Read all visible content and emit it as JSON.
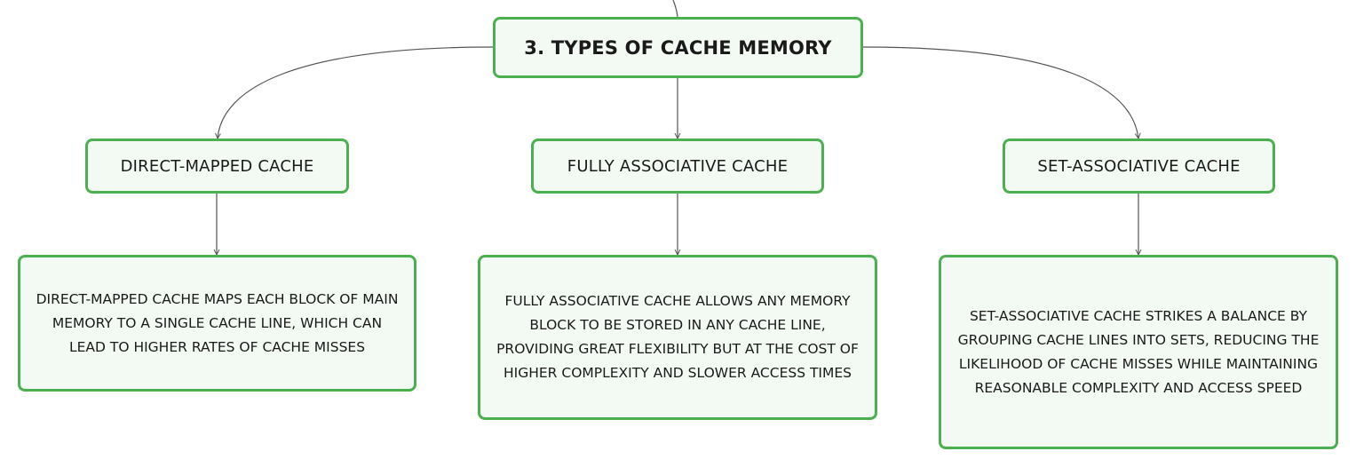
{
  "root": {
    "label": "3. TYPES OF CACHE MEMORY"
  },
  "branches": [
    {
      "label": "DIRECT-MAPPED CACHE",
      "description": "DIRECT-MAPPED CACHE MAPS EACH BLOCK OF MAIN MEMORY TO A SINGLE CACHE LINE, WHICH CAN LEAD TO HIGHER RATES OF CACHE MISSES"
    },
    {
      "label": "FULLY ASSOCIATIVE CACHE",
      "description": "FULLY ASSOCIATIVE CACHE ALLOWS ANY MEMORY BLOCK TO BE STORED IN ANY CACHE LINE, PROVIDING GREAT FLEXIBILITY BUT AT THE COST OF HIGHER COMPLEXITY AND SLOWER ACCESS TIMES"
    },
    {
      "label": "SET-ASSOCIATIVE CACHE",
      "description": "SET-ASSOCIATIVE CACHE STRIKES A BALANCE BY GROUPING CACHE LINES INTO SETS, REDUCING THE LIKELIHOOD OF CACHE MISSES WHILE MAINTAINING REASONABLE COMPLEXITY AND ACCESS SPEED"
    }
  ],
  "colors": {
    "node_border": "#4caf50",
    "node_fill": "#f3faf3",
    "connector": "#555555"
  }
}
